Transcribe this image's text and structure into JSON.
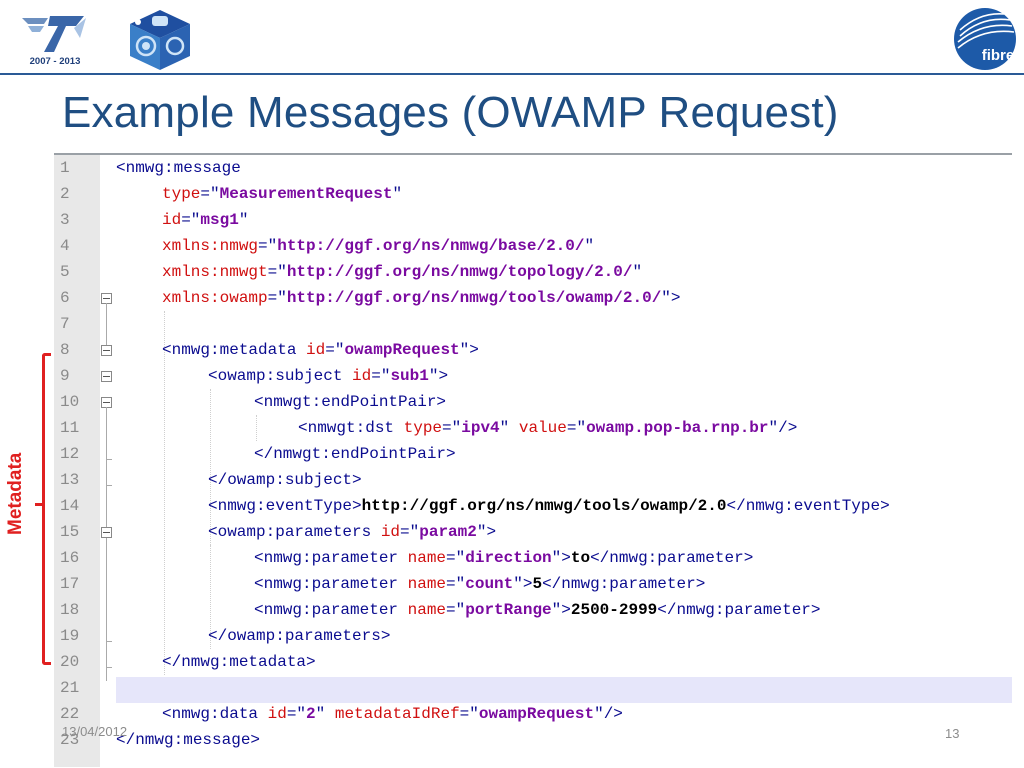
{
  "header": {
    "fp7_logo_text": "2007 - 2013",
    "fibre_logo_text": "fibre",
    "colors": {
      "rule": "#2a5a96",
      "title": "#1f4e82",
      "accent_red": "#e02020"
    }
  },
  "slide": {
    "title": "Example Messages (OWAMP Request)",
    "annotation_label": "Metadata"
  },
  "code": {
    "line_numbers": [
      "1",
      "2",
      "3",
      "4",
      "5",
      "6",
      "7",
      "8",
      "9",
      "10",
      "11",
      "12",
      "13",
      "14",
      "15",
      "16",
      "17",
      "18",
      "19",
      "20",
      "21",
      "22",
      "23"
    ],
    "tokens": {
      "l1": [
        "<nmwg:message"
      ],
      "l2": [
        "type",
        "=\"",
        "MeasurementRequest",
        "\""
      ],
      "l3": [
        "id",
        "=\"",
        "msg1",
        "\""
      ],
      "l4": [
        "xmlns:nmwg",
        "=\"",
        "http://ggf.org/ns/nmwg/base/2.0/",
        "\""
      ],
      "l5": [
        "xmlns:nmwgt",
        "=\"",
        "http://ggf.org/ns/nmwg/topology/2.0/",
        "\""
      ],
      "l6": [
        "xmlns:owamp",
        "=\"",
        "http://ggf.org/ns/nmwg/tools/owamp/2.0/",
        "\">"
      ],
      "l8": [
        "<nmwg:metadata ",
        "id",
        "=\"",
        "owampRequest",
        "\">"
      ],
      "l9": [
        "<owamp:subject ",
        "id",
        "=\"",
        "sub1",
        "\">"
      ],
      "l10": [
        "<nmwgt:endPointPair>"
      ],
      "l11": [
        "<nmwgt:dst ",
        "type",
        "=\"",
        "ipv4",
        "\" ",
        "value",
        "=\"",
        "owamp.pop-ba.rnp.br",
        "\"/>"
      ],
      "l12": [
        "</nmwgt:endPointPair>"
      ],
      "l13": [
        "</owamp:subject>"
      ],
      "l14": [
        "<nmwg:eventType>",
        "http://ggf.org/ns/nmwg/tools/owamp/2.0",
        "</nmwg:eventType>"
      ],
      "l15": [
        "<owamp:parameters ",
        "id",
        "=\"",
        "param2",
        "\">"
      ],
      "l16": [
        "<nmwg:parameter ",
        "name",
        "=\"",
        "direction",
        "\">",
        "to",
        "</nmwg:parameter>"
      ],
      "l17": [
        "<nmwg:parameter ",
        "name",
        "=\"",
        "count",
        "\">",
        "5",
        "</nmwg:parameter>"
      ],
      "l18": [
        "<nmwg:parameter ",
        "name",
        "=\"",
        "portRange",
        "\">",
        "2500-2999",
        "</nmwg:parameter>"
      ],
      "l19": [
        "</owamp:parameters>"
      ],
      "l20": [
        "</nmwg:metadata>"
      ],
      "l22": [
        "<nmwg:data ",
        "id",
        "=\"",
        "2",
        "\" ",
        "metadataIdRef",
        "=\"",
        "owampRequest",
        "\"/>"
      ],
      "l23": [
        "</nmwg:message>"
      ]
    }
  },
  "footer": {
    "date": "13/04/2012",
    "page_number": "13"
  }
}
